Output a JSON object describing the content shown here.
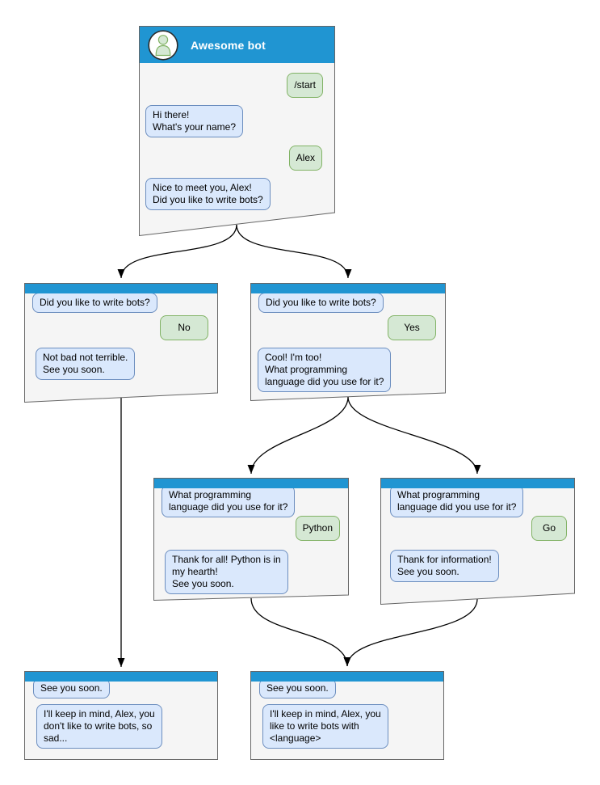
{
  "colors": {
    "titlebar_blue": "#2095d2",
    "window_bg": "#f5f5f5",
    "window_border": "#666666",
    "bot_bubble_bg": "#dae8fc",
    "bot_bubble_border": "#6c8ebf",
    "user_bubble_bg": "#d5e8d4",
    "user_bubble_border": "#82b366",
    "arrow_color": "#000000",
    "title_text": "#ffffff"
  },
  "windows": [
    {
      "id": "start",
      "title": "Awesome bot",
      "messages": [
        {
          "from": "user",
          "text": "/start"
        },
        {
          "from": "bot",
          "text": "Hi there!\nWhat's your name?"
        },
        {
          "from": "user",
          "text": "Alex"
        },
        {
          "from": "bot",
          "text": "Nice to meet you, Alex!\nDid you like to write bots?"
        }
      ]
    },
    {
      "id": "branch-no",
      "messages": [
        {
          "from": "bot",
          "text": "Did you like to write bots?"
        },
        {
          "from": "user",
          "text": "No"
        },
        {
          "from": "bot",
          "text": "Not bad not terrible.\nSee you soon."
        }
      ]
    },
    {
      "id": "branch-yes",
      "messages": [
        {
          "from": "bot",
          "text": "Did you like to write bots?"
        },
        {
          "from": "user",
          "text": "Yes"
        },
        {
          "from": "bot",
          "text": "Cool! I'm too!\nWhat programming\nlanguage did you use for it?"
        }
      ]
    },
    {
      "id": "branch-python",
      "messages": [
        {
          "from": "bot",
          "text": "What programming\nlanguage did you use for it?"
        },
        {
          "from": "user",
          "text": "Python"
        },
        {
          "from": "bot",
          "text": "Thank for all! Python is in\nmy hearth!\nSee you soon."
        }
      ]
    },
    {
      "id": "branch-go",
      "messages": [
        {
          "from": "bot",
          "text": "What programming\nlanguage did you use for it?"
        },
        {
          "from": "user",
          "text": "Go"
        },
        {
          "from": "bot",
          "text": "Thank for information!\nSee you soon."
        }
      ]
    },
    {
      "id": "end-no",
      "messages": [
        {
          "from": "bot",
          "text": "See you soon."
        },
        {
          "from": "bot",
          "text": "I'll keep in mind, Alex, you\ndon't like to write bots, so\nsad..."
        }
      ]
    },
    {
      "id": "end-language",
      "messages": [
        {
          "from": "bot",
          "text": "See you soon."
        },
        {
          "from": "bot",
          "text": "I'll keep in mind, Alex, you\nlike to write bots with\n<language>"
        }
      ]
    }
  ]
}
